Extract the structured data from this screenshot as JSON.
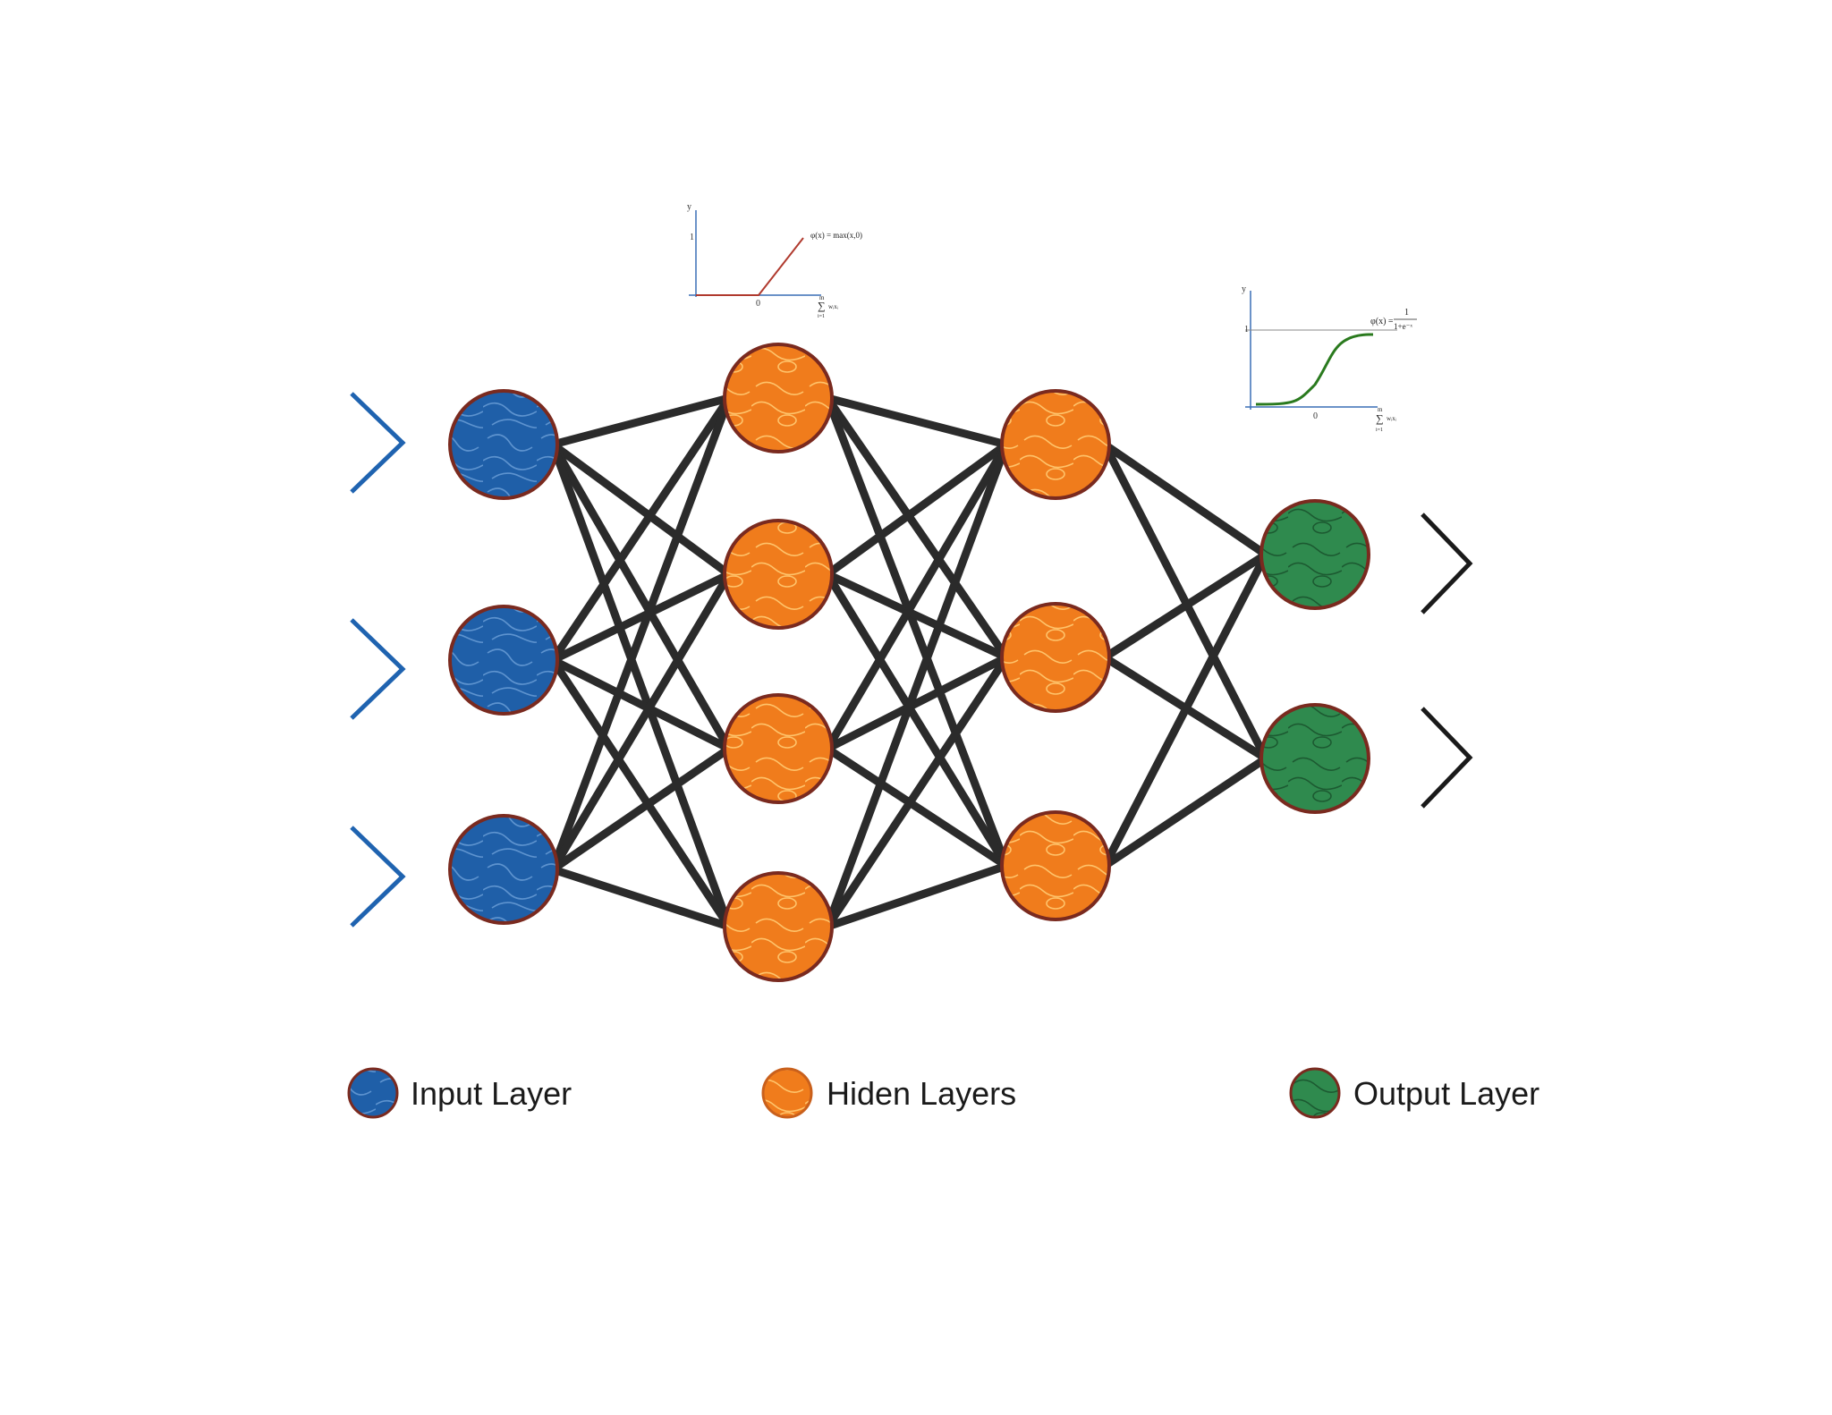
{
  "layers": [
    {
      "id": "input",
      "kind": "input",
      "count": 3
    },
    {
      "id": "hidden-1",
      "kind": "hidden",
      "count": 4
    },
    {
      "id": "hidden-2",
      "kind": "hidden",
      "count": 3
    },
    {
      "id": "output",
      "kind": "output",
      "count": 2
    }
  ],
  "colors": {
    "input": "#1f5fa8",
    "hidden": "#f07c1c",
    "output": "#2f8a4e",
    "edge": "#2b2b2b",
    "node_border": "#7a2a1f",
    "input_arrow": "#1f63b0",
    "output_arrow": "#1a1a1a",
    "relu_curve": "#b03a2e",
    "sigmoid_curve": "#2a7a1e"
  },
  "legend": {
    "input_label": "Input Layer",
    "hidden_label": "Hiden Layers",
    "output_label": "Output Layer"
  },
  "relu_plot": {
    "formula": "φ(x) = max(x,0)",
    "y_axis": "y",
    "y_tick": "1",
    "x_tick": "0",
    "x_axis_sum": "∑",
    "sum_top": "m",
    "sum_bottom": "i=1",
    "sum_term": "wᵢxᵢ"
  },
  "sigmoid_plot": {
    "formula_lhs": "φ(x) =",
    "formula_num": "1",
    "formula_den": "1+e⁻ˣ",
    "y_axis": "y",
    "y_tick": "1",
    "x_tick": "0",
    "x_axis_sum": "∑",
    "sum_top": "m",
    "sum_bottom": "i=1",
    "sum_term": "wᵢxᵢ"
  }
}
